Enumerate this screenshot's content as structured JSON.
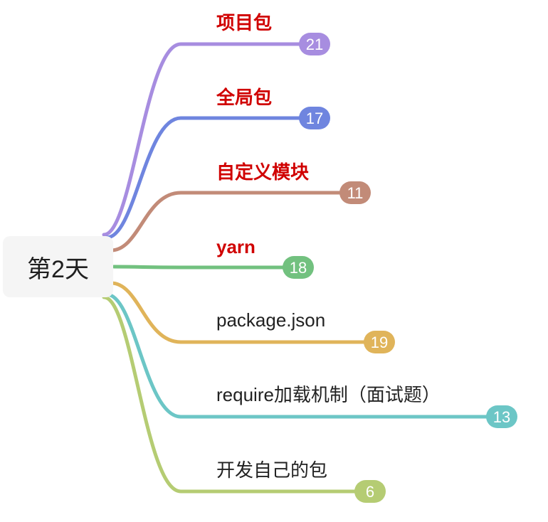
{
  "root": {
    "label": "第2天"
  },
  "branches": [
    {
      "label": "项目包",
      "count": "21",
      "color": "#a78de0",
      "bold": true
    },
    {
      "label": "全局包",
      "count": "17",
      "color": "#6f85df",
      "bold": true
    },
    {
      "label": "自定义模块",
      "count": "11",
      "color": "#c28b78",
      "bold": true
    },
    {
      "label": "yarn",
      "count": "18",
      "color": "#72c17f",
      "bold": true
    },
    {
      "label": "package.json",
      "count": "19",
      "color": "#e0b45a",
      "bold": false
    },
    {
      "label": "require加载机制（面试题）",
      "count": "13",
      "color": "#6cc6c6",
      "bold": false
    },
    {
      "label": "开发自己的包",
      "count": "6",
      "color": "#b5cc73",
      "bold": false
    }
  ]
}
